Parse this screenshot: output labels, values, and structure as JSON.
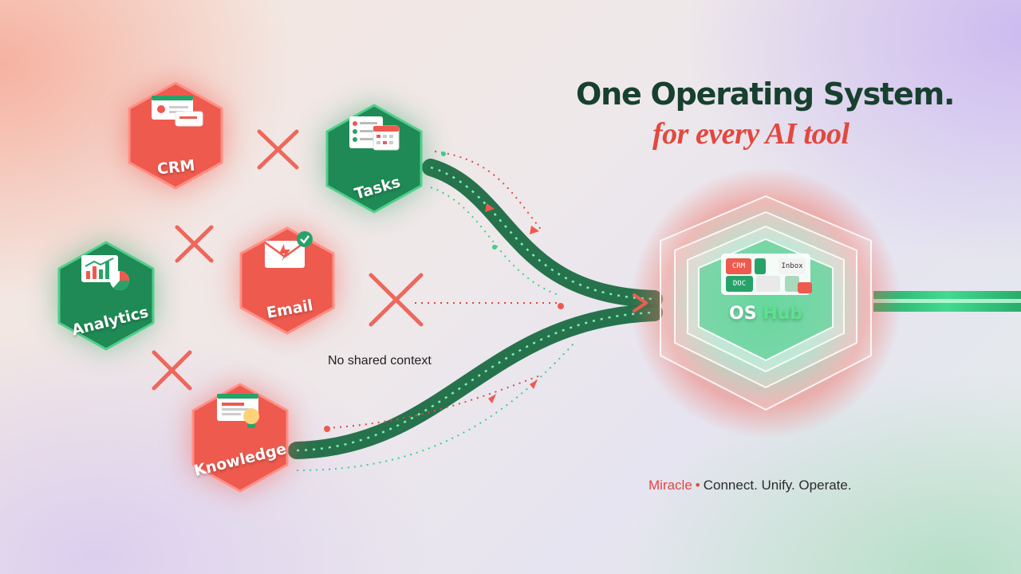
{
  "headline": {
    "title": "One Operating System.",
    "subtitle": "for every AI tool"
  },
  "tools": [
    {
      "label": "CRM",
      "color": "red",
      "icon": "contact-card-chat-icon"
    },
    {
      "label": "Tasks",
      "color": "green",
      "icon": "checklist-calendar-icon"
    },
    {
      "label": "Analytics",
      "color": "green",
      "icon": "bar-chart-pie-icon"
    },
    {
      "label": "Email",
      "color": "red",
      "icon": "envelope-lightning-icon"
    },
    {
      "label": "Knowledge",
      "color": "red",
      "icon": "document-lightbulb-icon"
    }
  ],
  "caption": "No shared context",
  "hub": {
    "label_prefix": "OS",
    "label_suffix": "Hub",
    "mini_cards": [
      "CRM",
      "Inbox",
      "DOC"
    ]
  },
  "tagline": {
    "brand": "Miracle",
    "separator": "•",
    "text": "Connect. Unify. Operate."
  },
  "colors": {
    "red": "#ef5a4e",
    "green": "#1f8a55",
    "dark_green": "#17402e",
    "accent_red": "#e2483f"
  }
}
